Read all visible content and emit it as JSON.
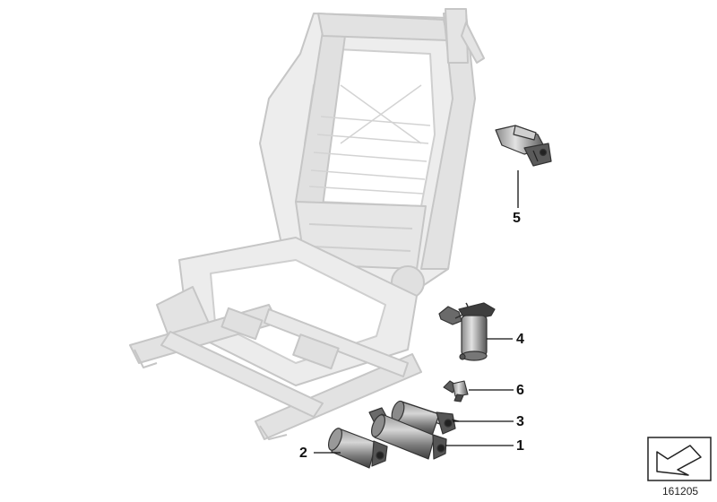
{
  "callouts": {
    "one": "1",
    "two": "2",
    "three": "3",
    "four": "4",
    "five": "5",
    "six": "6"
  },
  "diagram_id": "161205",
  "colors": {
    "frame": "#e6e6e6",
    "frame_stroke": "#c9c9c9",
    "part_dark": "#4a4a4a",
    "part_mid": "#7d7d7d",
    "part_light": "#bdbdbd",
    "leader": "#111111"
  },
  "icons": {
    "corner_symbol": "direction-arrow-icon"
  }
}
